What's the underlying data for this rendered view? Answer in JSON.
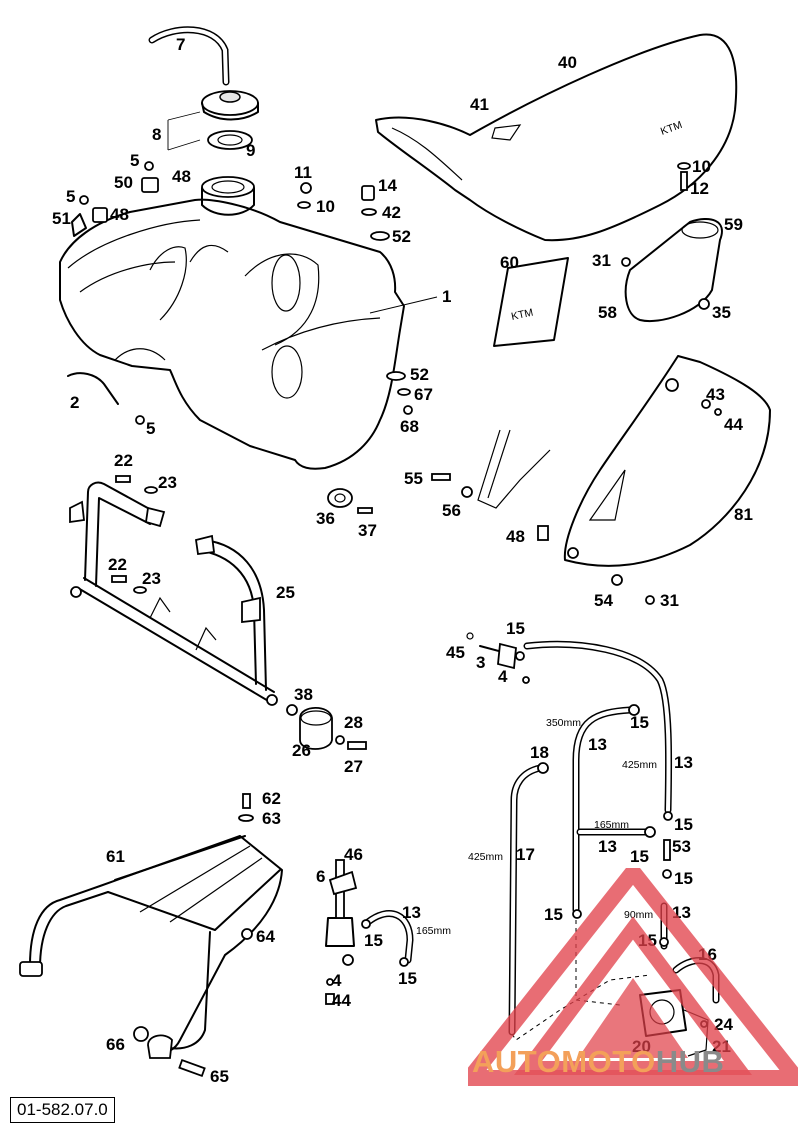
{
  "figure": {
    "drawing_number": "01-582.07.0",
    "callouts": [
      {
        "id": "7",
        "label": "7"
      },
      {
        "id": "8",
        "label": "8"
      },
      {
        "id": "9",
        "label": "9"
      },
      {
        "id": "5a",
        "label": "5"
      },
      {
        "id": "50",
        "label": "50"
      },
      {
        "id": "48a",
        "label": "48"
      },
      {
        "id": "5b",
        "label": "5"
      },
      {
        "id": "51",
        "label": "51"
      },
      {
        "id": "48b",
        "label": "48"
      },
      {
        "id": "11",
        "label": "11"
      },
      {
        "id": "10a",
        "label": "10"
      },
      {
        "id": "14",
        "label": "14"
      },
      {
        "id": "42",
        "label": "42"
      },
      {
        "id": "52a",
        "label": "52"
      },
      {
        "id": "1",
        "label": "1"
      },
      {
        "id": "2",
        "label": "2"
      },
      {
        "id": "5c",
        "label": "5"
      },
      {
        "id": "52b",
        "label": "52"
      },
      {
        "id": "67",
        "label": "67"
      },
      {
        "id": "68",
        "label": "68"
      },
      {
        "id": "40",
        "label": "40"
      },
      {
        "id": "41",
        "label": "41"
      },
      {
        "id": "10b",
        "label": "10"
      },
      {
        "id": "12",
        "label": "12"
      },
      {
        "id": "59",
        "label": "59"
      },
      {
        "id": "60",
        "label": "60"
      },
      {
        "id": "31a",
        "label": "31"
      },
      {
        "id": "58",
        "label": "58"
      },
      {
        "id": "35",
        "label": "35"
      },
      {
        "id": "43",
        "label": "43"
      },
      {
        "id": "44a",
        "label": "44"
      },
      {
        "id": "81",
        "label": "81"
      },
      {
        "id": "55",
        "label": "55"
      },
      {
        "id": "56",
        "label": "56"
      },
      {
        "id": "48c",
        "label": "48"
      },
      {
        "id": "54",
        "label": "54"
      },
      {
        "id": "31b",
        "label": "31"
      },
      {
        "id": "22a",
        "label": "22"
      },
      {
        "id": "23a",
        "label": "23"
      },
      {
        "id": "22b",
        "label": "22"
      },
      {
        "id": "23b",
        "label": "23"
      },
      {
        "id": "25",
        "label": "25"
      },
      {
        "id": "36",
        "label": "36"
      },
      {
        "id": "37",
        "label": "37"
      },
      {
        "id": "38",
        "label": "38"
      },
      {
        "id": "28",
        "label": "28"
      },
      {
        "id": "26",
        "label": "26"
      },
      {
        "id": "27",
        "label": "27"
      },
      {
        "id": "62",
        "label": "62"
      },
      {
        "id": "63",
        "label": "63"
      },
      {
        "id": "61",
        "label": "61"
      },
      {
        "id": "64",
        "label": "64"
      },
      {
        "id": "66",
        "label": "66"
      },
      {
        "id": "65",
        "label": "65"
      },
      {
        "id": "46",
        "label": "46"
      },
      {
        "id": "6",
        "label": "6"
      },
      {
        "id": "13a",
        "label": "13"
      },
      {
        "id": "15a",
        "label": "15"
      },
      {
        "id": "15b",
        "label": "15"
      },
      {
        "id": "4a",
        "label": "4"
      },
      {
        "id": "44b",
        "label": "44"
      },
      {
        "id": "45",
        "label": "45"
      },
      {
        "id": "3",
        "label": "3"
      },
      {
        "id": "15c",
        "label": "15"
      },
      {
        "id": "4b",
        "label": "4"
      },
      {
        "id": "15d",
        "label": "15"
      },
      {
        "id": "13b",
        "label": "13"
      },
      {
        "id": "13c",
        "label": "13"
      },
      {
        "id": "18",
        "label": "18"
      },
      {
        "id": "17",
        "label": "17"
      },
      {
        "id": "15e",
        "label": "15"
      },
      {
        "id": "13d",
        "label": "13"
      },
      {
        "id": "15f",
        "label": "15"
      },
      {
        "id": "53",
        "label": "53"
      },
      {
        "id": "15g",
        "label": "15"
      },
      {
        "id": "15h",
        "label": "15"
      },
      {
        "id": "13e",
        "label": "13"
      },
      {
        "id": "15i",
        "label": "15"
      },
      {
        "id": "16",
        "label": "16"
      },
      {
        "id": "24",
        "label": "24"
      },
      {
        "id": "20",
        "label": "20"
      },
      {
        "id": "21",
        "label": "21"
      }
    ],
    "dimensions": [
      {
        "id": "350mm",
        "label": "350mm"
      },
      {
        "id": "425mm-a",
        "label": "425mm"
      },
      {
        "id": "425mm-b",
        "label": "425mm"
      },
      {
        "id": "165mm-a",
        "label": "165mm"
      },
      {
        "id": "165mm-b",
        "label": "165mm"
      },
      {
        "id": "90mm",
        "label": "90mm"
      }
    ]
  },
  "watermark": {
    "part1": "AUTOMOTO",
    "part2": "HUB",
    "color1": "#f3a05a",
    "color2": "#8a8a8a",
    "triangle_color": "#e0414a"
  },
  "colors": {
    "line": "#000000",
    "background": "#ffffff"
  }
}
